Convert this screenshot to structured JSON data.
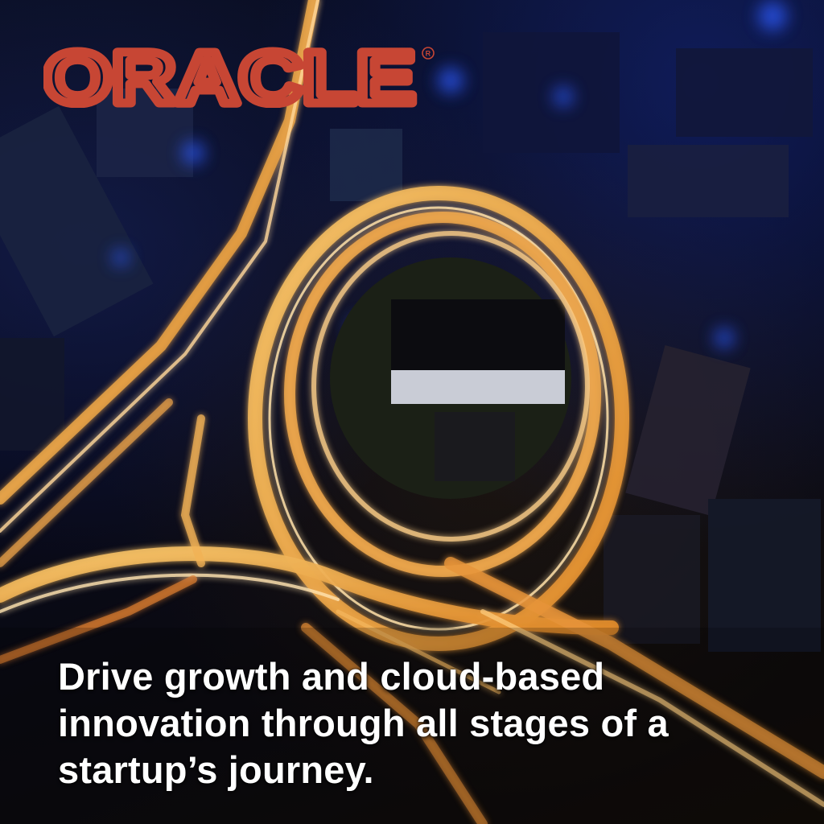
{
  "ad": {
    "brand": "ORACLE",
    "headline": "Drive growth and cloud-based innovation through all stages of a startup’s journey."
  },
  "colors": {
    "brand_red": "#c74634",
    "headline_text": "#ffffff",
    "road_light": "#f3b04a",
    "building_light": "#2f5cff"
  },
  "icons": {
    "logo": "oracle-wordmark",
    "background": "night-highway-interchange-aerial"
  }
}
